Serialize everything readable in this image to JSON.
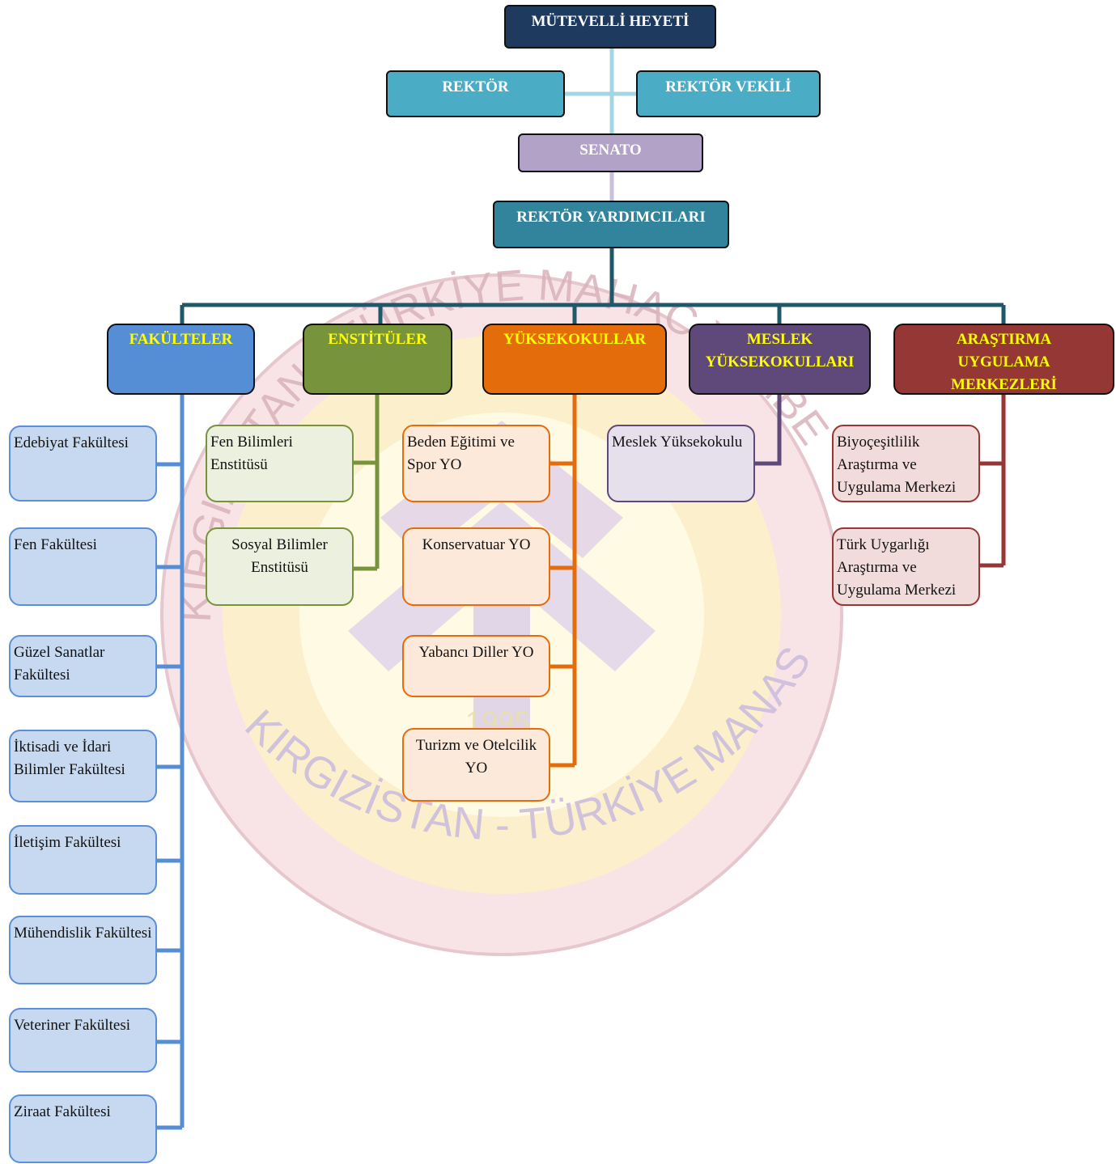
{
  "top": {
    "board": "MÜTEVELLİ HEYETİ",
    "rector": "REKTÖR",
    "rector_deputy": "REKTÖR VEKİLİ",
    "senate": "SENATO",
    "vice_rectors": "REKTÖR YARDIMCILARI"
  },
  "watermark": {
    "text_top": "KIRGIZİSTAN - TÜRKİYE MAHAC YHИBEPCИTETИ",
    "text_bottom": "KIRGIZİSTAN - TÜRKİYE MANAS ÜNİVERSİTESİ",
    "year": "1995"
  },
  "categories": {
    "faculties": {
      "title": "FAKÜLTELER",
      "items": [
        "Edebiyat Fakültesi",
        "Fen Fakültesi",
        "Güzel Sanatlar Fakültesi",
        "İktisadi ve İdari Bilimler Fakültesi",
        "İletişim Fakültesi",
        "Mühendislik Fakültesi",
        "Veteriner Fakültesi",
        "Ziraat Fakültesi"
      ]
    },
    "institutes": {
      "title": "ENSTİTÜLER",
      "items": [
        "Fen Bilimleri Enstitüsü",
        "Sosyal Bilimler Enstitüsü"
      ]
    },
    "schools": {
      "title": "YÜKSEKOKULLAR",
      "items": [
        "Beden Eğitimi ve Spor YO",
        "Konservatuar YO",
        "Yabancı Diller YO",
        "Turizm ve Otelcilik YO"
      ]
    },
    "vocational": {
      "title": "MESLEK YÜKSEKOKULLARI",
      "items": [
        "Meslek Yüksekokulu"
      ]
    },
    "research": {
      "title": "ARAŞTIRMA UYGULAMA MERKEZLERİ",
      "items": [
        "Biyoçeşitlilik Araştırma ve Uygulama Merkezi",
        "Türk Uygarlığı Araştırma ve Uygulama Merkezi"
      ]
    }
  },
  "colors": {
    "board": "#1f3a5f",
    "rector": "#4bacc6",
    "senate": "#b2a2c7",
    "vice_rectors": "#31849b",
    "faculties": "#558ed5",
    "institutes": "#77933c",
    "schools": "#e46c0a",
    "vocational": "#5f497a",
    "research": "#953735"
  }
}
